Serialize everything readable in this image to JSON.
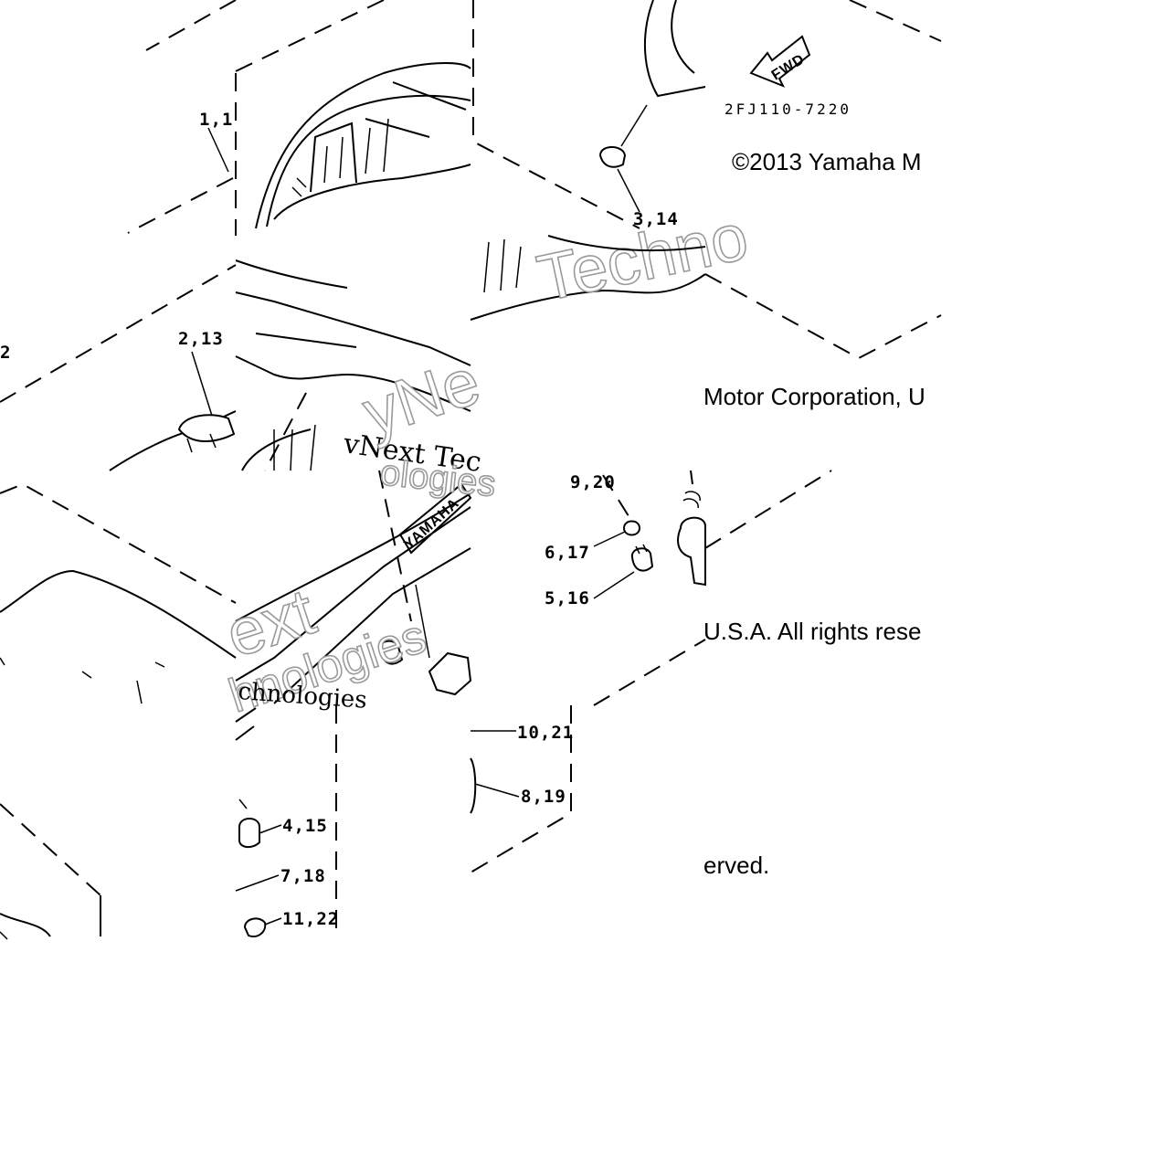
{
  "diagram": {
    "part_code": "2FJ110-7220",
    "fwd_arrow_label": "FWD",
    "brand_stamp": "YAMAHA",
    "copyright": {
      "line1": "©2013 Yamaha M",
      "line2": "Motor Corporation, U",
      "line3": "U.S.A. All rights rese",
      "line4": "erved."
    },
    "watermarks": {
      "a": "Techno",
      "b": "vNext Tec",
      "c": "yNe",
      "d": "ologies",
      "e": "ext",
      "f": "hnologies",
      "g": "chnologies"
    },
    "callouts": {
      "c1": "1,1",
      "c2": "2",
      "c3": "2,13",
      "c4": "3,14",
      "c5": "9,20",
      "c6": "6,17",
      "c7": "5,16",
      "c8": "10,21",
      "c9": "8,19",
      "c10": "4,15",
      "c11": "7,18",
      "c12": "11,22"
    }
  }
}
